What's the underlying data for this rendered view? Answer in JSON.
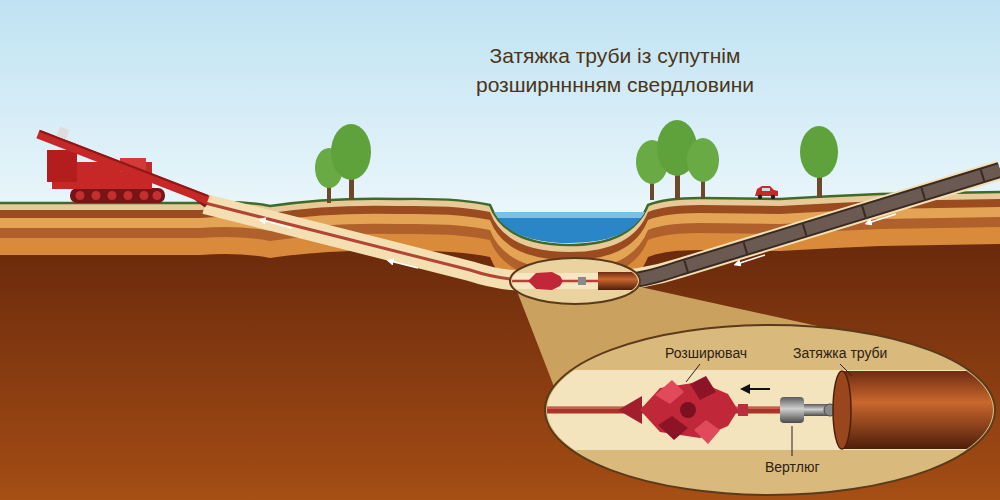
{
  "diagram": {
    "title": "Затяжка труби із супутнім розширнннням свердловини",
    "labels": [
      "Розширювач",
      "Затяжка труби",
      "Вертлюг"
    ]
  }
}
